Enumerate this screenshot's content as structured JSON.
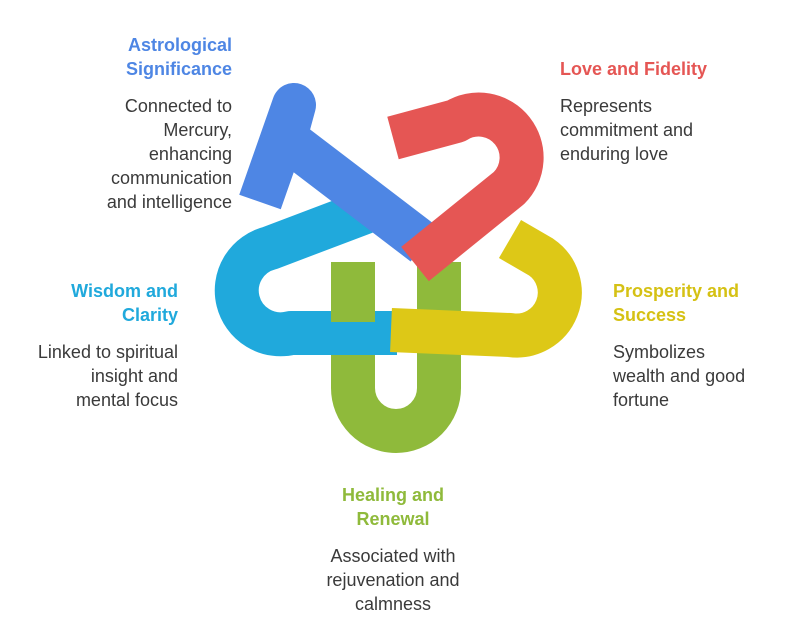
{
  "colors": {
    "blue": "#4E86E4",
    "red": "#E55654",
    "yellow": "#DDC817",
    "green": "#8FBA3B",
    "cyan": "#20A9DC",
    "text": "#3a3a3a"
  },
  "items": [
    {
      "key": "astrological",
      "color": "blue",
      "title": [
        "Astrological",
        "Significance"
      ],
      "desc": [
        "Connected to",
        "Mercury,",
        "enhancing",
        "communication",
        "and intelligence"
      ]
    },
    {
      "key": "love",
      "color": "red",
      "title": [
        "Love and Fidelity"
      ],
      "desc": [
        "Represents",
        "commitment and",
        "enduring love"
      ]
    },
    {
      "key": "prosperity",
      "color": "yellow",
      "title": [
        "Prosperity and",
        "Success"
      ],
      "desc": [
        "Symbolizes",
        "wealth and good",
        "fortune"
      ]
    },
    {
      "key": "healing",
      "color": "green",
      "title": [
        "Healing and",
        "Renewal"
      ],
      "desc": [
        "Associated with",
        "rejuvenation and",
        "calmness"
      ]
    },
    {
      "key": "wisdom",
      "color": "cyan",
      "title": [
        "Wisdom and",
        "Clarity"
      ],
      "desc": [
        "Linked to spiritual",
        "insight and",
        "mental focus"
      ]
    }
  ]
}
